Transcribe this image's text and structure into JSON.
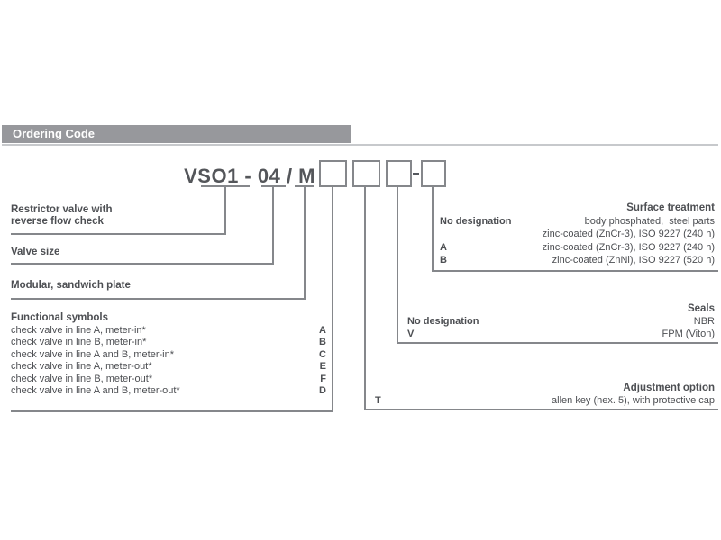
{
  "page": {
    "title": "Ordering Code"
  },
  "ordering_code": {
    "model": "VSO1 - 04 / M",
    "separator": "-"
  },
  "sections": {
    "restrictor": {
      "line1": "Restrictor valve with",
      "line2": "reverse flow check"
    },
    "valve_size": {
      "label": "Valve size"
    },
    "modular": {
      "label": "Modular, sandwich plate"
    },
    "functional_symbols": {
      "title": "Functional symbols",
      "rows": [
        {
          "label": "check valve in line A, meter-in*",
          "code": "A"
        },
        {
          "label": "check valve in line B, meter-in*",
          "code": "B"
        },
        {
          "label": "check valve in line A and B, meter-in*",
          "code": "C"
        },
        {
          "label": "check valve in line A, meter-out*",
          "code": "E"
        },
        {
          "label": "check valve in line B, meter-out*",
          "code": "F"
        },
        {
          "label": "check valve in line A and B, meter-out*",
          "code": "D"
        }
      ]
    },
    "surface_treatment": {
      "title": "Surface treatment",
      "rows": [
        {
          "code": "No designation",
          "value": "body phosphated,  steel parts"
        },
        {
          "code": "",
          "value": "zinc-coated (ZnCr-3), ISO 9227 (240 h)"
        },
        {
          "code": "A",
          "value": "zinc-coated (ZnCr-3), ISO 9227 (240 h)"
        },
        {
          "code": "B",
          "value": "zinc-coated (ZnNi), ISO 9227 (520 h)"
        }
      ]
    },
    "seals": {
      "title": "Seals",
      "rows": [
        {
          "code": "No designation",
          "value": "NBR"
        },
        {
          "code": "V",
          "value": "FPM (Viton)"
        }
      ]
    },
    "adjustment_option": {
      "title": "Adjustment option",
      "rows": [
        {
          "code": "T",
          "value": "allen key (hex. 5), with protective cap"
        }
      ]
    }
  },
  "colors": {
    "header_bar": "#97989c",
    "text": "#4d4f53",
    "line": "#85878b",
    "header_rule": "#c7c9cc"
  }
}
